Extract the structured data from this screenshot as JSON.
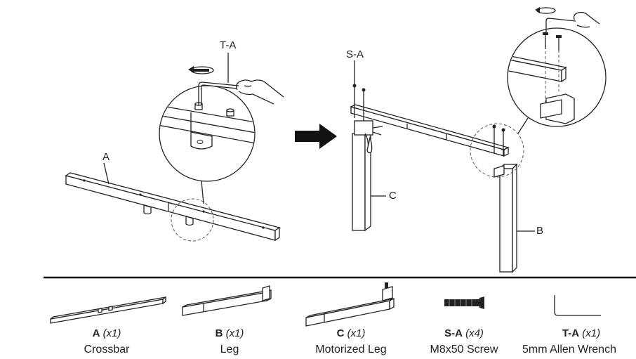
{
  "callouts": {
    "tool_a": "T-A",
    "crossbar_a": "A",
    "screw_a": "S-A",
    "motor_leg_c": "C",
    "leg_b": "B"
  },
  "parts": [
    {
      "code": "A",
      "qty": "(x1)",
      "name": "Crossbar"
    },
    {
      "code": "B",
      "qty": "(x1)",
      "name": "Leg"
    },
    {
      "code": "C",
      "qty": "(x1)",
      "name": "Motorized Leg"
    },
    {
      "code": "S-A",
      "qty": "(x4)",
      "name": "M8x50 Screw"
    },
    {
      "code": "T-A",
      "qty": "(x1)",
      "name": "5mm Allen Wrench"
    }
  ],
  "icons": [
    "rotate-arrow-icon",
    "hand-icon",
    "allen-wrench-icon",
    "screw-icon",
    "right-arrow-icon"
  ],
  "colors": {
    "line": "#222222",
    "divider": "#111111",
    "dashed": "#555555"
  }
}
